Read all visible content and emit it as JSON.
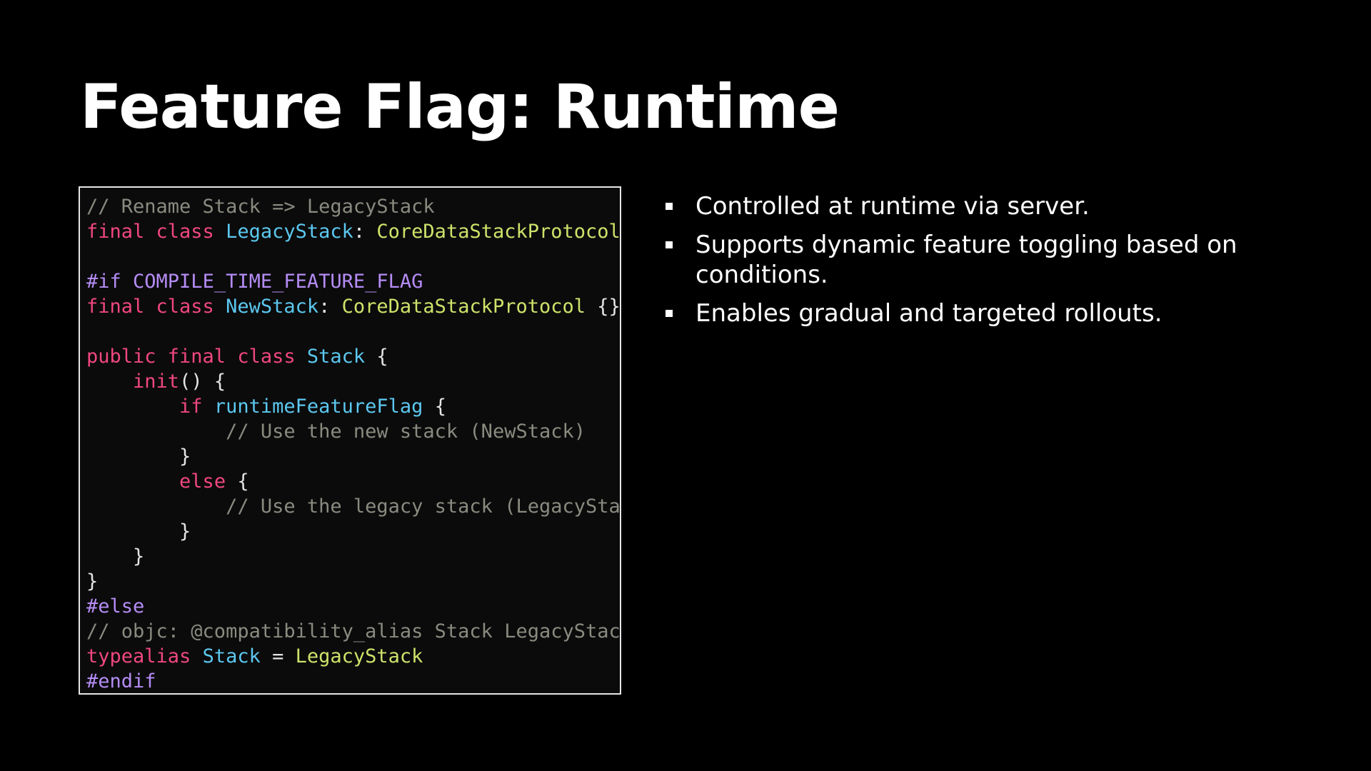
{
  "slide": {
    "title": "Feature Flag: Runtime"
  },
  "colors": {
    "background": "#000000",
    "panel_border": "#e6e6e6",
    "comment": "#8a8a80",
    "keyword": "#f0477f",
    "type": "#5cc8f0",
    "protocol": "#cde36a",
    "directive": "#b58cf5",
    "plain": "#e4e4e4"
  },
  "code": {
    "lines": [
      [
        {
          "t": "// Rename Stack => LegacyStack",
          "c": "comment"
        }
      ],
      [
        {
          "t": "final class ",
          "c": "keyword"
        },
        {
          "t": "LegacyStack",
          "c": "type"
        },
        {
          "t": ": ",
          "c": "plain"
        },
        {
          "t": "CoreDataStackProtocol",
          "c": "protocol"
        },
        {
          "t": " { }",
          "c": "plain"
        }
      ],
      [],
      [
        {
          "t": "#if ",
          "c": "directive"
        },
        {
          "t": "COMPILE_TIME_FEATURE_FLAG",
          "c": "directive"
        }
      ],
      [
        {
          "t": "final class ",
          "c": "keyword"
        },
        {
          "t": "NewStack",
          "c": "type"
        },
        {
          "t": ": ",
          "c": "plain"
        },
        {
          "t": "CoreDataStackProtocol",
          "c": "protocol"
        },
        {
          "t": " {}",
          "c": "plain"
        }
      ],
      [],
      [
        {
          "t": "public final class ",
          "c": "keyword"
        },
        {
          "t": "Stack",
          "c": "type"
        },
        {
          "t": " {",
          "c": "plain"
        }
      ],
      [
        {
          "t": "    ",
          "c": "plain"
        },
        {
          "t": "init",
          "c": "keyword"
        },
        {
          "t": "() {",
          "c": "plain"
        }
      ],
      [
        {
          "t": "        ",
          "c": "plain"
        },
        {
          "t": "if ",
          "c": "keyword"
        },
        {
          "t": "runtimeFeatureFlag",
          "c": "type"
        },
        {
          "t": " {",
          "c": "plain"
        }
      ],
      [
        {
          "t": "            // Use the new stack (NewStack)",
          "c": "comment"
        }
      ],
      [
        {
          "t": "        }",
          "c": "plain"
        }
      ],
      [
        {
          "t": "        ",
          "c": "plain"
        },
        {
          "t": "else",
          "c": "keyword"
        },
        {
          "t": " {",
          "c": "plain"
        }
      ],
      [
        {
          "t": "            // Use the legacy stack (LegacyStack)",
          "c": "comment"
        }
      ],
      [
        {
          "t": "        }",
          "c": "plain"
        }
      ],
      [
        {
          "t": "    }",
          "c": "plain"
        }
      ],
      [
        {
          "t": "}",
          "c": "plain"
        }
      ],
      [
        {
          "t": "#else",
          "c": "directive"
        }
      ],
      [
        {
          "t": "// objc: @compatibility_alias Stack LegacyStack;",
          "c": "comment"
        }
      ],
      [
        {
          "t": "typealias ",
          "c": "keyword"
        },
        {
          "t": "Stack",
          "c": "type"
        },
        {
          "t": " = ",
          "c": "plain"
        },
        {
          "t": "LegacyStack",
          "c": "protocol"
        }
      ],
      [
        {
          "t": "#endif",
          "c": "directive"
        }
      ]
    ]
  },
  "bullets": [
    "Controlled at runtime via server.",
    "Supports dynamic feature toggling based on conditions.",
    "Enables gradual and targeted rollouts."
  ]
}
